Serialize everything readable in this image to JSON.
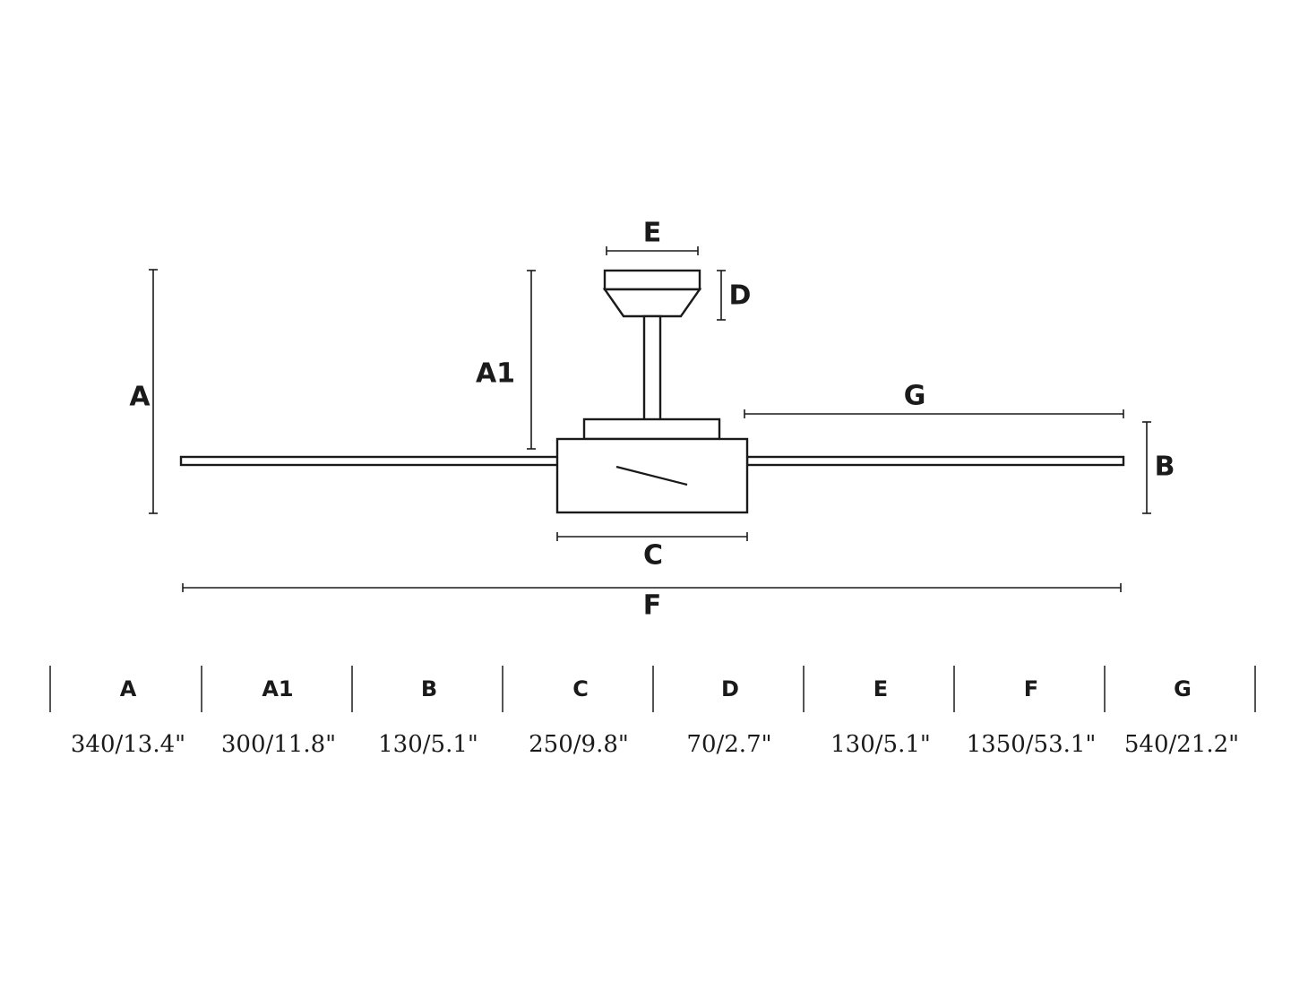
{
  "dimension_labels": {
    "A": "A",
    "A1": "A1",
    "B": "B",
    "C": "C",
    "D": "D",
    "E": "E",
    "F": "F",
    "G": "G"
  },
  "table": {
    "columns": [
      {
        "header": "A",
        "value": "340/13.4\""
      },
      {
        "header": "A1",
        "value": "300/11.8\""
      },
      {
        "header": "B",
        "value": "130/5.1\""
      },
      {
        "header": "C",
        "value": "250/9.8\""
      },
      {
        "header": "D",
        "value": "70/2.7\""
      },
      {
        "header": "E",
        "value": "130/5.1\""
      },
      {
        "header": "F",
        "value": "1350/53.1\""
      },
      {
        "header": "G",
        "value": "540/21.2\""
      }
    ]
  }
}
